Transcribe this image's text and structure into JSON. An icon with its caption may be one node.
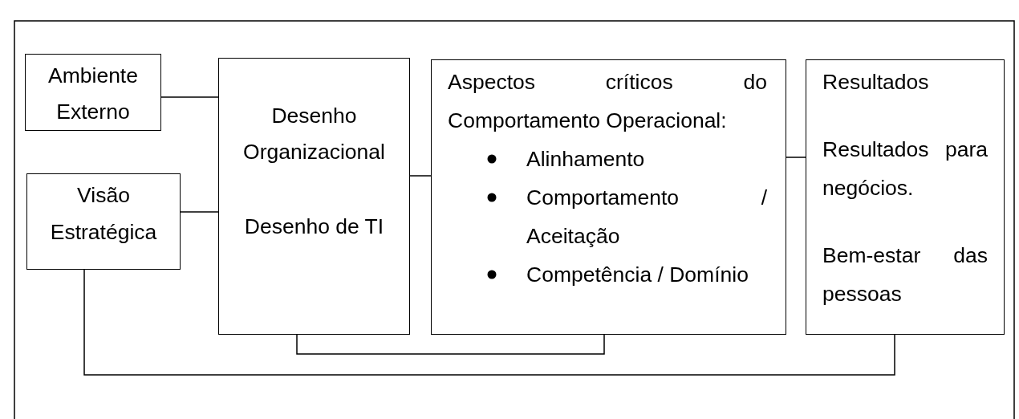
{
  "diagram": {
    "nodes": [
      {
        "text": [
          "Ambiente Externo"
        ]
      },
      {
        "text": [
          "Visão Estratégica"
        ]
      },
      {
        "text": [
          "Desenho Organizacional",
          "Desenho de TI"
        ]
      },
      {
        "text": [
          "Aspectos críticos do Comportamento Operacional:",
          "Alinhamento",
          "Comportamento / Aceitação",
          "Competência / Domínio"
        ]
      },
      {
        "text": [
          "Resultados",
          "Resultados para negócios.",
          "Bem-estar das pessoas"
        ]
      }
    ],
    "edges": [
      {
        "from": 0,
        "to": 2,
        "arrow": "none"
      },
      {
        "from": 1,
        "to": 2,
        "arrow": "none"
      },
      {
        "from": 2,
        "to": 3,
        "arrow": "none"
      },
      {
        "from": 3,
        "to": 4,
        "arrow": "none"
      },
      {
        "from": 2,
        "to": 3,
        "arrow": "none"
      },
      {
        "from": 1,
        "to": 4,
        "arrow": "none"
      }
    ]
  }
}
